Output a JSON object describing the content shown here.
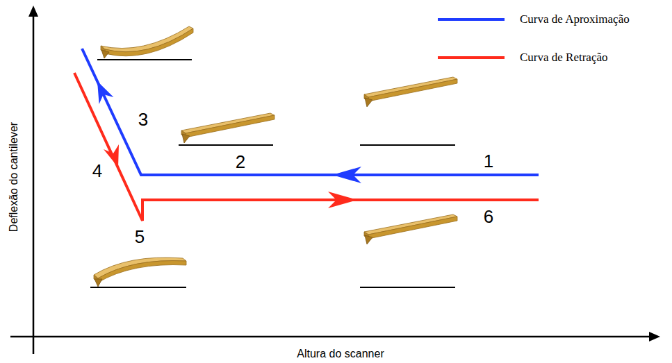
{
  "diagram": {
    "labels": [
      "1",
      "2",
      "3",
      "4",
      "5",
      "6",
      "Deflexão do cantilever",
      "Altura do scanner"
    ],
    "legend": [
      {
        "text": "Curva de Aproximação"
      },
      {
        "text": "Curva de Retração"
      }
    ]
  }
}
